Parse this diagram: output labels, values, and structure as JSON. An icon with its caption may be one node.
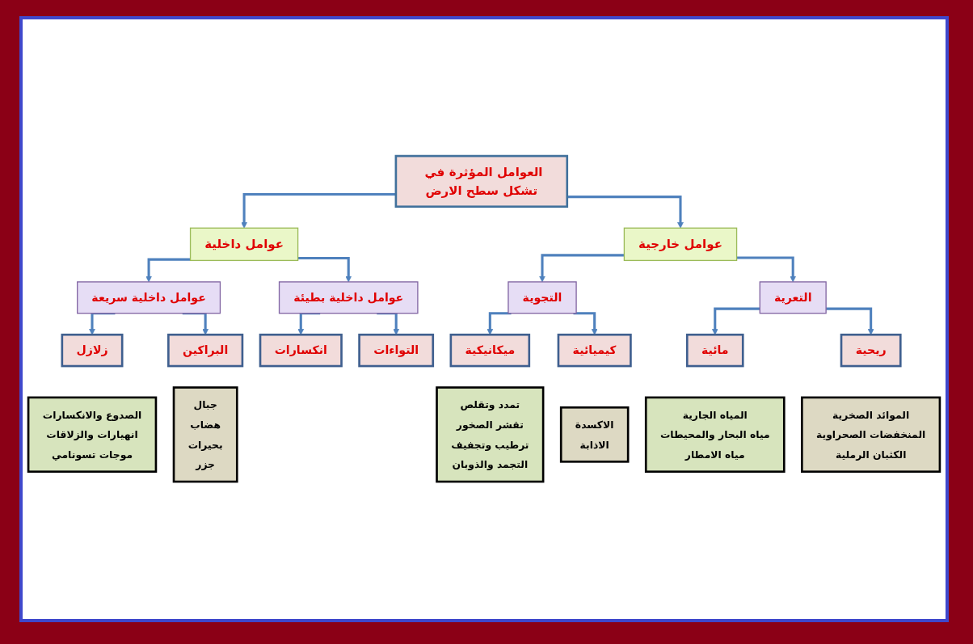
{
  "diagram": {
    "nodes": [
      {
        "text": [
          "العوامل المؤثرة في تشكل سطح الارض"
        ]
      },
      {
        "text": [
          "عوامل داخلية"
        ]
      },
      {
        "text": [
          "عوامل خارجية"
        ]
      },
      {
        "text": [
          "عوامل داخلية سريعة"
        ]
      },
      {
        "text": [
          "عوامل داخلية بطيئة"
        ]
      },
      {
        "text": [
          "التجوية"
        ]
      },
      {
        "text": [
          "التعرية"
        ]
      },
      {
        "text": [
          "زلازل"
        ],
        "beside": [
          "الصدوع والانكسارات",
          "انهيارات والزلاقات",
          "موجات تسونامي"
        ]
      },
      {
        "text": [
          "البراكين"
        ],
        "beside": [
          "جبال",
          "هضاب",
          "بحيرات",
          "جزر"
        ]
      },
      {
        "text": [
          "انكسارات"
        ]
      },
      {
        "text": [
          "التواءات"
        ]
      },
      {
        "text": [
          "ميكانيكية"
        ],
        "beside": [
          "تمدد وتقلص",
          "تقشر الصخور",
          "ترطيب وتجفيف",
          "التجمد والذوبان"
        ]
      },
      {
        "text": [
          "كيميائية"
        ],
        "beside": [
          "الاكسدة",
          "الاذابة"
        ]
      },
      {
        "text": [
          "مائية"
        ],
        "beside": [
          "المياه الجارية",
          "مياه البحار والمحيطات",
          "مياه الامطار"
        ]
      },
      {
        "text": [
          "ريحية"
        ],
        "beside": [
          "الموائد الصخرية",
          "المنخفضات الصحراوية",
          "الكثبان الرملية"
        ]
      }
    ],
    "edges": [
      {
        "from": 0,
        "to": 1,
        "arrow": "to"
      },
      {
        "from": 0,
        "to": 2,
        "arrow": "to"
      },
      {
        "from": 1,
        "to": 3,
        "arrow": "to"
      },
      {
        "from": 1,
        "to": 4,
        "arrow": "to"
      },
      {
        "from": 2,
        "to": 5,
        "arrow": "to"
      },
      {
        "from": 2,
        "to": 6,
        "arrow": "to"
      },
      {
        "from": 3,
        "to": 7,
        "arrow": "to"
      },
      {
        "from": 3,
        "to": 8,
        "arrow": "to"
      },
      {
        "from": 4,
        "to": 9,
        "arrow": "to"
      },
      {
        "from": 4,
        "to": 10,
        "arrow": "to"
      },
      {
        "from": 5,
        "to": 11,
        "arrow": "to"
      },
      {
        "from": 5,
        "to": 12,
        "arrow": "to"
      },
      {
        "from": 6,
        "to": 13,
        "arrow": "to"
      },
      {
        "from": 6,
        "to": 14,
        "arrow": "to"
      }
    ]
  }
}
